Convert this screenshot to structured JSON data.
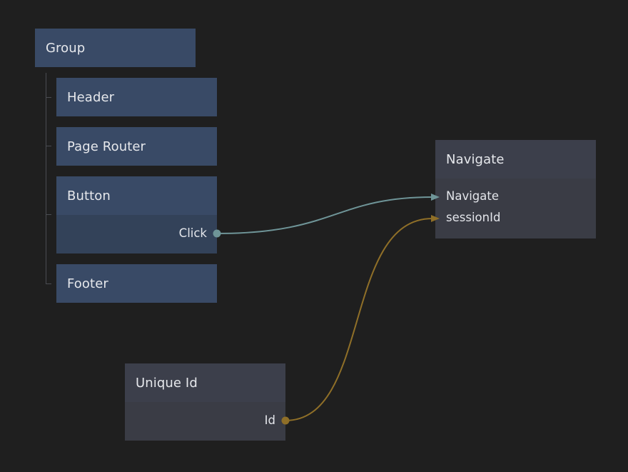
{
  "nodes": {
    "group": {
      "title": "Group"
    },
    "header": {
      "title": "Header"
    },
    "page_router": {
      "title": "Page Router"
    },
    "button": {
      "title": "Button",
      "output_click": "Click"
    },
    "footer": {
      "title": "Footer"
    },
    "navigate": {
      "title": "Navigate",
      "input_navigate": "Navigate",
      "input_session": "sessionId"
    },
    "unique_id": {
      "title": "Unique Id",
      "output_id": "Id"
    }
  },
  "colors": {
    "canvas": "#1f1f1f",
    "visual_node": "#394a66",
    "logic_node": "#3a3d47",
    "signal_wire": "#6f9598",
    "data_wire": "#8f6f28"
  },
  "connections": [
    {
      "from": "button.Click",
      "to": "navigate.Navigate",
      "type": "signal"
    },
    {
      "from": "unique_id.Id",
      "to": "navigate.sessionId",
      "type": "data"
    }
  ]
}
